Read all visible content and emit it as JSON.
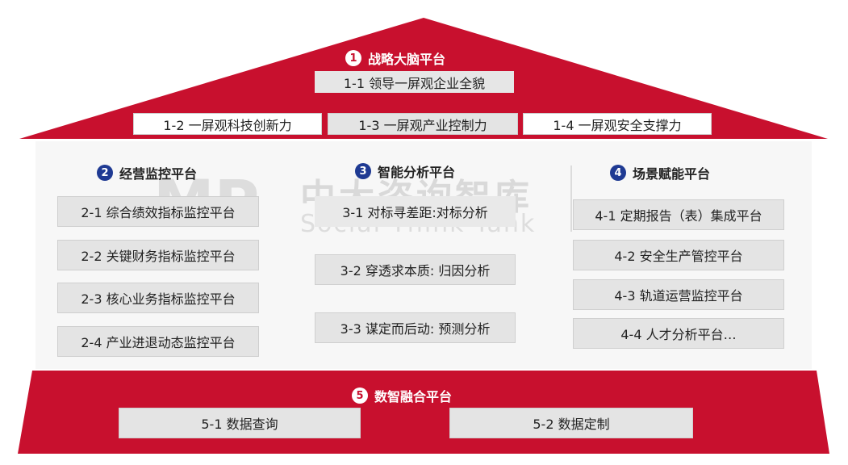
{
  "colors": {
    "red": "#c8102e",
    "blue": "#1f3a93",
    "grey_box": "#e4e4e4"
  },
  "roof": {
    "number": "1",
    "title": "战略大脑平台",
    "items": [
      "1-1 领导一屏观企业全貌",
      "1-2 一屏观科技创新力",
      "1-3 一屏观产业控制力",
      "1-4 一屏观安全支撑力"
    ]
  },
  "col2": {
    "number": "2",
    "title": "经营监控平台",
    "items": [
      "2-1 综合绩效指标监控平台",
      "2-2 关键财务指标监控平台",
      "2-3 核心业务指标监控平台",
      "2-4 产业进退动态监控平台"
    ]
  },
  "col3": {
    "number": "3",
    "title": "智能分析平台",
    "items": [
      "3-1 对标寻差距:对标分析",
      "3-2 穿透求本质: 归因分析",
      "3-3 谋定而后动: 预测分析"
    ]
  },
  "col4": {
    "number": "4",
    "title": "场景赋能平台",
    "items": [
      "4-1 定期报告（表）集成平台",
      "4-2 安全生产管控平台",
      "4-3 轨道运营监控平台",
      "4-4 人才分析平台…"
    ]
  },
  "base": {
    "number": "5",
    "title": "数智融合平台",
    "items": [
      "5-1 数据查询",
      "5-2 数据定制"
    ]
  },
  "watermark": {
    "logo": "MP",
    "cn": "中大咨询智库",
    "en": "Social Think Tank"
  }
}
